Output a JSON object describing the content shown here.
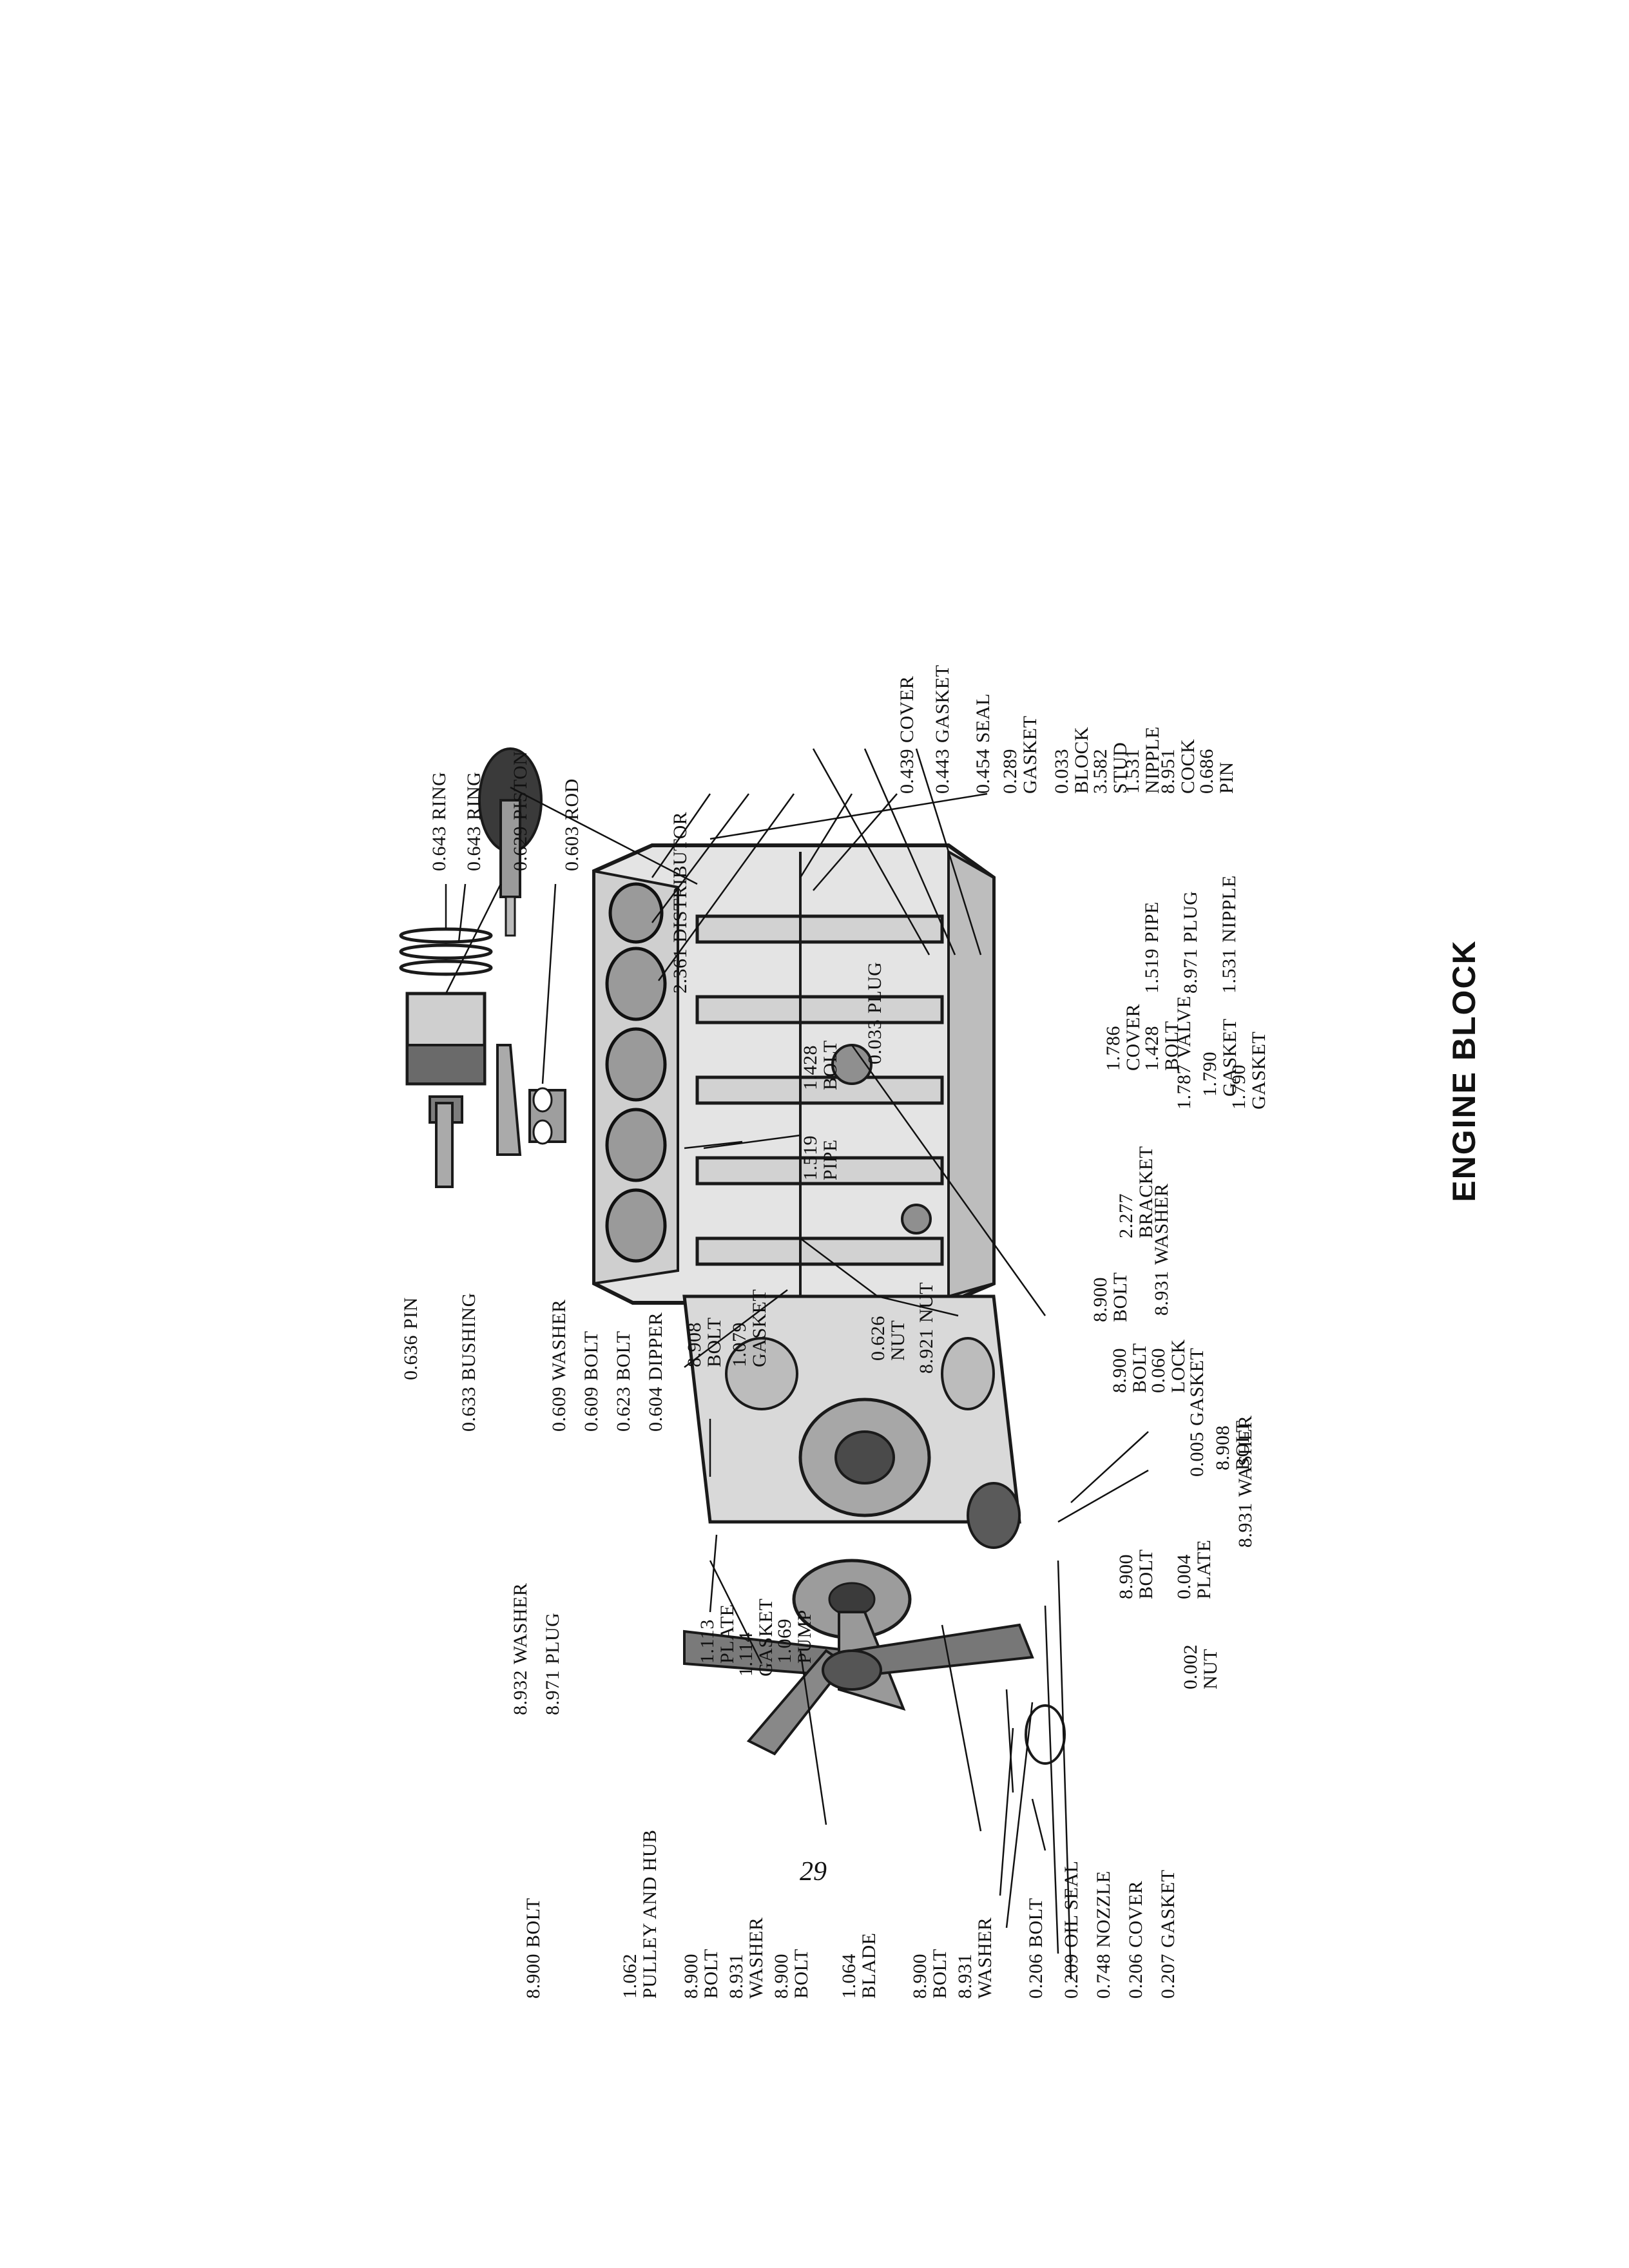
{
  "title": "ENGINE BLOCK",
  "page_number": "29",
  "parts": [
    {
      "number": "0.643",
      "name": "RING"
    },
    {
      "number": "0.643",
      "name": "RING"
    },
    {
      "number": "0.629",
      "name": "PISTON"
    },
    {
      "number": "0.603",
      "name": "ROD"
    },
    {
      "number": "2.361",
      "name": "DISTRIBUTOR"
    },
    {
      "number": "0.439",
      "name": "COVER"
    },
    {
      "number": "0.443",
      "name": "GASKET"
    },
    {
      "number": "0.454",
      "name": "SEAL"
    },
    {
      "number": "0.289",
      "name": "GASKET"
    },
    {
      "number": "0.033",
      "name": "BLOCK"
    },
    {
      "number": "3.582",
      "name": "STUD"
    },
    {
      "number": "1.531",
      "name": "NIPPLE"
    },
    {
      "number": "8.951",
      "name": "COCK"
    },
    {
      "number": "0.686",
      "name": "PIN"
    },
    {
      "number": "1.519",
      "name": "PIPE"
    },
    {
      "number": "8.971",
      "name": "PLUG"
    },
    {
      "number": "1.531",
      "name": "NIPPLE"
    },
    {
      "number": "0.033",
      "name": "PLUG"
    },
    {
      "number": "1.428",
      "name": "BOLT"
    },
    {
      "number": "1.519",
      "name": "PIPE"
    },
    {
      "number": "0.626",
      "name": "NUT"
    },
    {
      "number": "8.921",
      "name": "NUT"
    },
    {
      "number": "1.786",
      "name": "COVER"
    },
    {
      "number": "1.428",
      "name": "BOLT"
    },
    {
      "number": "1.787",
      "name": "VALVE"
    },
    {
      "number": "1.790",
      "name": "GASKET"
    },
    {
      "number": "1.790",
      "name": "GASKET"
    },
    {
      "number": "2.277",
      "name": "BRACKET"
    },
    {
      "number": "8.931",
      "name": "WASHER"
    },
    {
      "number": "8.900",
      "name": "BOLT"
    },
    {
      "number": "0.636",
      "name": "PIN"
    },
    {
      "number": "0.633",
      "name": "BUSHING"
    },
    {
      "number": "0.609",
      "name": "WASHER"
    },
    {
      "number": "0.609",
      "name": "BOLT"
    },
    {
      "number": "0.623",
      "name": "BOLT"
    },
    {
      "number": "0.604",
      "name": "DIPPER"
    },
    {
      "number": "8.908",
      "name": "BOLT"
    },
    {
      "number": "1.079",
      "name": "GASKET"
    },
    {
      "number": "8.900",
      "name": "BOLT"
    },
    {
      "number": "0.060",
      "name": "LOCK"
    },
    {
      "number": "0.005",
      "name": "GASKET"
    },
    {
      "number": "8.908",
      "name": "BOLT"
    },
    {
      "number": "8.931",
      "name": "WASHER"
    },
    {
      "number": "1.113",
      "name": "PLATE"
    },
    {
      "number": "1.114",
      "name": "GASKET"
    },
    {
      "number": "1.069",
      "name": "PUMP"
    },
    {
      "number": "0.004",
      "name": "PLATE"
    },
    {
      "number": "8.900",
      "name": "BOLT"
    },
    {
      "number": "0.002",
      "name": "NUT"
    },
    {
      "number": "8.932",
      "name": "WASHER"
    },
    {
      "number": "8.971",
      "name": "PLUG"
    },
    {
      "number": "8.900",
      "name": "BOLT"
    },
    {
      "number": "1.062",
      "name": "PULLEY AND HUB"
    },
    {
      "number": "8.900",
      "name": "BOLT"
    },
    {
      "number": "8.931",
      "name": "WASHER"
    },
    {
      "number": "8.900",
      "name": "BOLT"
    },
    {
      "number": "1.064",
      "name": "BLADE"
    },
    {
      "number": "8.900",
      "name": "BOLT"
    },
    {
      "number": "8.931",
      "name": "WASHER"
    },
    {
      "number": "0.206",
      "name": "BOLT"
    },
    {
      "number": "0.209",
      "name": "OIL SEAL"
    },
    {
      "number": "0.748",
      "name": "NOZZLE"
    },
    {
      "number": "0.206",
      "name": "COVER"
    },
    {
      "number": "0.207",
      "name": "GASKET"
    }
  ]
}
